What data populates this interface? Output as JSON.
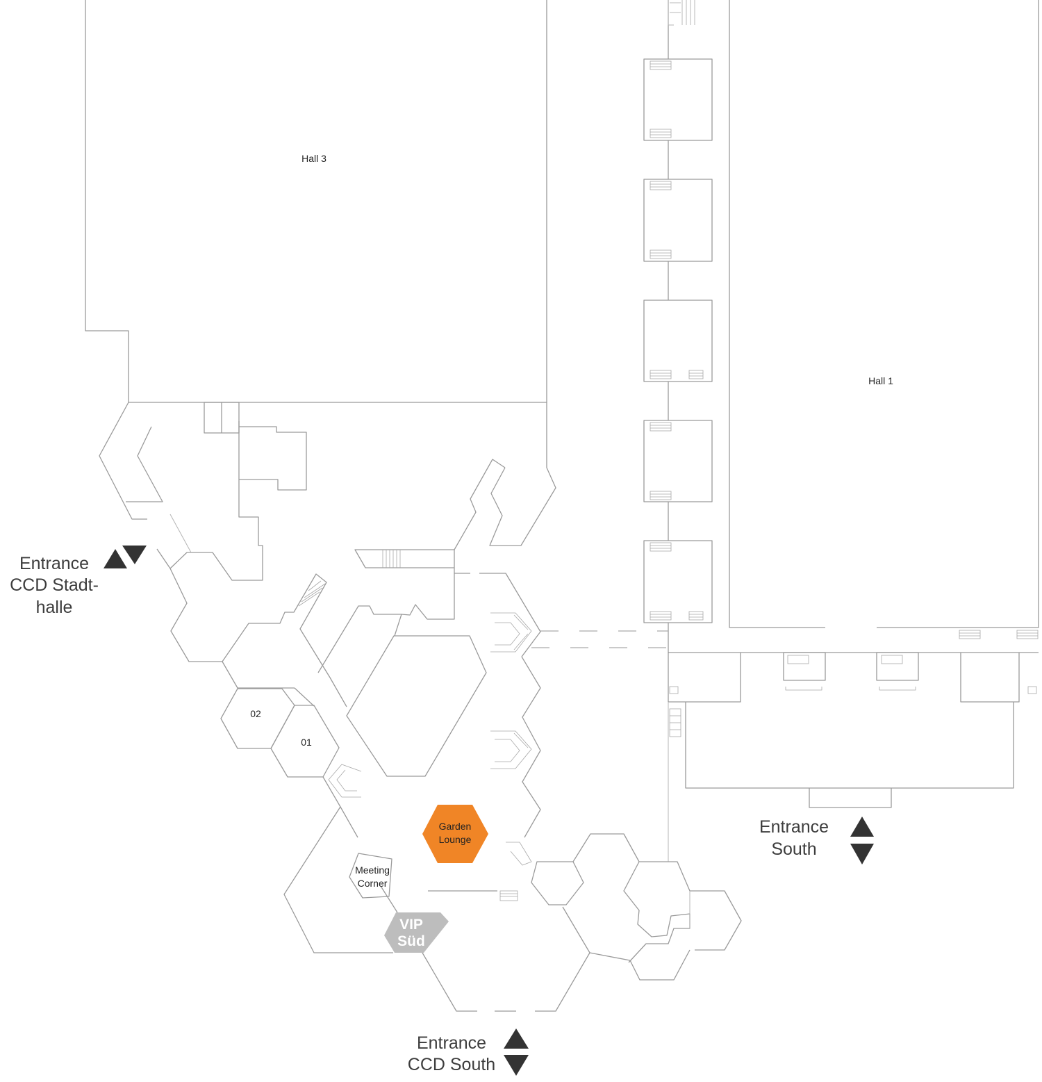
{
  "map": {
    "halls": {
      "hall_3": "Hall 3",
      "hall_1": "Hall 1"
    },
    "rooms": {
      "room_02": "02",
      "room_01": "01"
    },
    "garden_lounge": {
      "line1": "Garden",
      "line2": "Lounge",
      "color": "#F08526"
    },
    "meeting_corner": {
      "line1": "Meeting",
      "line2": "Corner"
    },
    "vip": {
      "line1": "VIP",
      "line2": "Süd",
      "color": "#BDBDBD"
    },
    "entrances": {
      "stadthalle": {
        "line1": "Entrance",
        "line2": "CCD Stadt-",
        "line3": "halle",
        "icon": "entrance-in-out-arrows"
      },
      "south": {
        "line1": "Entrance",
        "line2": "South",
        "icon": "entrance-in-out-arrows"
      },
      "ccd_south": {
        "line1": "Entrance",
        "line2": "CCD South",
        "icon": "entrance-in-out-arrows"
      }
    },
    "colors": {
      "walls": "#9A9A9A",
      "arrows": "#333333",
      "labels": "#3D3D3D"
    }
  }
}
